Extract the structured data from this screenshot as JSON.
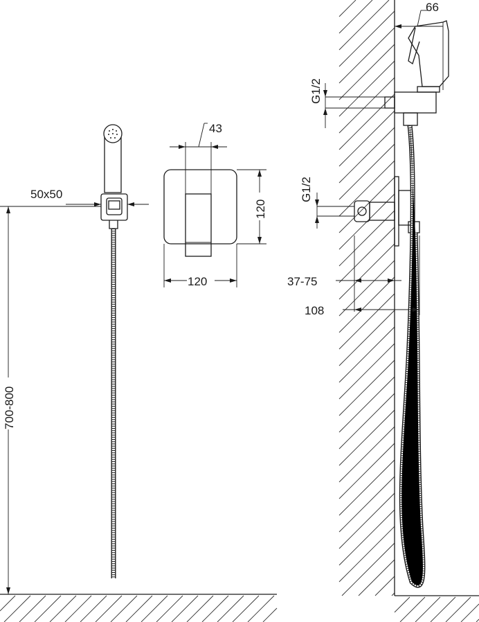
{
  "dimensions": {
    "spray_width": "66",
    "thread_upper": "G1/2",
    "thread_lower": "G1/2",
    "handle_width": "43",
    "holder_size": "50x50",
    "plate_height": "120",
    "plate_width": "120",
    "mount_depth": "37-75",
    "total_depth": "108",
    "mount_height": "700-800"
  },
  "colors": {
    "line": "#1a1a1a",
    "background": "#ffffff"
  }
}
